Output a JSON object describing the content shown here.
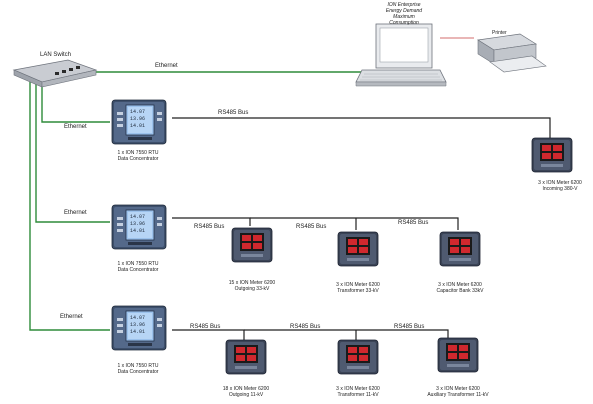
{
  "lan_switch": {
    "label": "LAN Switch"
  },
  "ethernet_label": "Ethernet",
  "rs485_label": "RS485 Bus",
  "workstation": {
    "lines": [
      "ION Enterprise",
      "Energy Demand",
      "Maximum",
      "Consumption"
    ]
  },
  "printer": {
    "label": "Printer"
  },
  "rtu": {
    "line1": "1 x ION 7550 RTU",
    "line2": "Data Concentrator",
    "screen_lines": [
      "14.07",
      "13.96",
      "14.01"
    ]
  },
  "meters": {
    "incoming_380": {
      "line1": "3 x ION Meter 6200",
      "line2": "Incoming 380-V"
    },
    "outgoing_33": {
      "line1": "15 x ION Meter 6200",
      "line2": "Outgoing 33-kV"
    },
    "transformer_33": {
      "line1": "3 x ION Meter 6200",
      "line2": "Transformer 33-kV"
    },
    "capacitor_33": {
      "line1": "3 x ION Meter 6200",
      "line2": "Capacitor Bank 33kV"
    },
    "outgoing_11": {
      "line1": "18 x ION Meter 6200",
      "line2": "Outgoing 11-kV"
    },
    "transformer_11": {
      "line1": "3 x ION Meter 6200",
      "line2": "Transformer 11-kV"
    },
    "auxiliary_11": {
      "line1": "3 x ION Meter 6200",
      "line2": "Auxiliary Transformer 11-kV"
    }
  },
  "colors": {
    "ethernet": "#2e8b3a",
    "rs485": "#222222",
    "printer_link": "#c43c3c",
    "meter_screen": "#c0282e",
    "rtu_screen": "#8fb7e6"
  }
}
